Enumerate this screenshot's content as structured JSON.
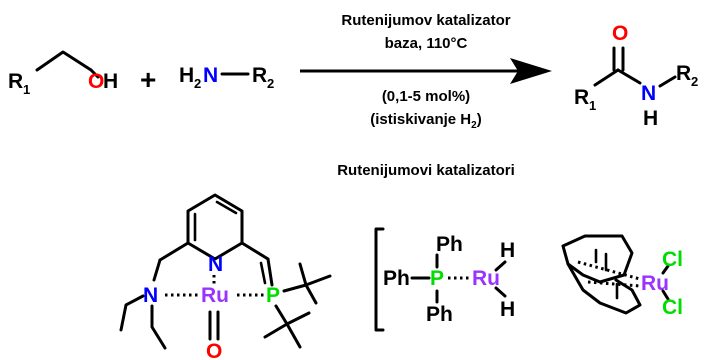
{
  "reaction": {
    "reactant_alcohol": {
      "r": "R",
      "r_sub": "1",
      "o": "O",
      "h": "H"
    },
    "plus": "+",
    "reactant_amine": {
      "h": "H",
      "h_sub": "2",
      "n": "N",
      "r": "R",
      "r_sub": "2"
    },
    "conditions": {
      "line1": "Rutenijumov katalizator",
      "line2": "baza, 110°C",
      "line3": "(0,1-5 mol%)",
      "line4_prefix": "(istiskivanje H",
      "line4_sub": "2",
      "line4_suffix": ")"
    },
    "product": {
      "o": "O",
      "r1": "R",
      "r1_sub": "1",
      "n": "N",
      "h": "H",
      "r2": "R",
      "r2_sub": "2"
    }
  },
  "catalysts_title": "Rutenijumovi katalizatori",
  "catalyst_pincer": {
    "n_amine": "N",
    "n_pyridine": "N",
    "ru": "Ru",
    "p": "P",
    "o": "O"
  },
  "catalyst_phosphine": {
    "ph_top": "Ph",
    "ph_left": "Ph",
    "ph_bottom": "Ph",
    "p": "P",
    "ru": "Ru",
    "h_top": "H",
    "h_bottom": "H"
  },
  "catalyst_cod": {
    "ru": "Ru",
    "cl_top": "Cl",
    "cl_bottom": "Cl"
  },
  "colors": {
    "oxygen": "#ff0000",
    "nitrogen": "#0000ff",
    "ruthenium": "#9933ff",
    "phosphorus": "#00dd00",
    "chlorine": "#00dd00",
    "carbon_bonds": "#000000"
  }
}
